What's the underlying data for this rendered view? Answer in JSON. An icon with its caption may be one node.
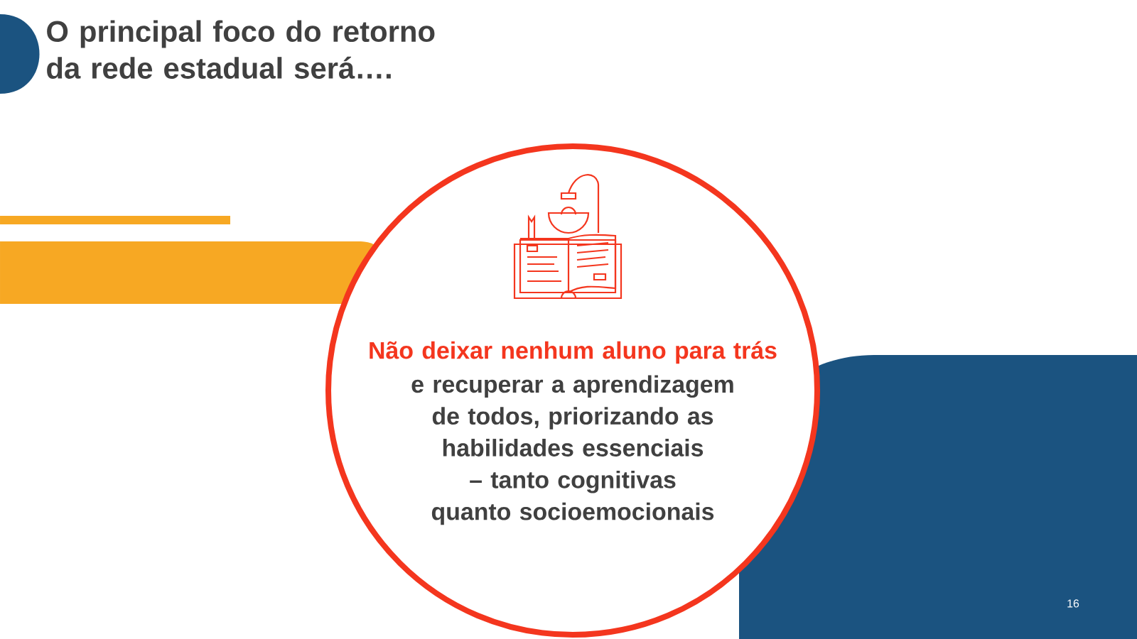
{
  "diagram": {
    "title": "O principal foco do retorno da rede estadual será….",
    "nodes": [
      {
        "text": [
          "Não deixar nenhum aluno para trás",
          "e recuperar a aprendizagem de todos, priorizando as habilidades essenciais – tanto cognitivas quanto socioemocionais"
        ]
      }
    ],
    "labels": [
      "16"
    ]
  }
}
